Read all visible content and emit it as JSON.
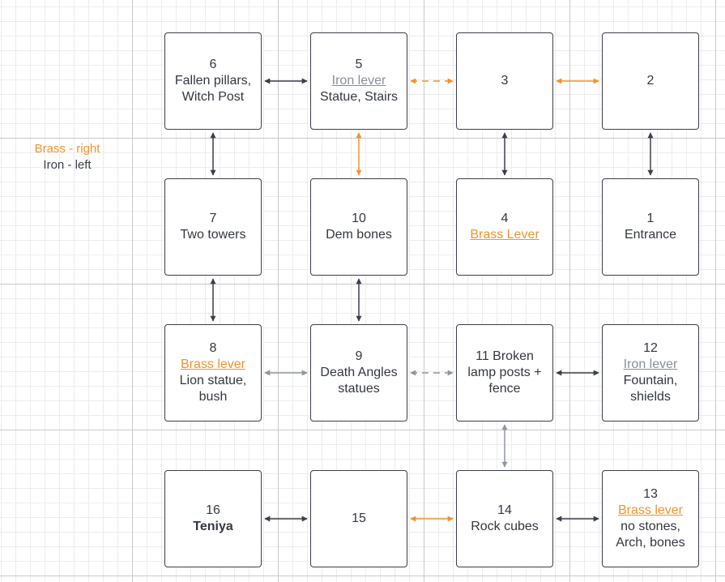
{
  "legend": {
    "brass": "Brass - right",
    "iron": "Iron - left"
  },
  "colors": {
    "dark": "#3a3f4b",
    "orange": "#f2932f",
    "gray": "#8f96a3",
    "text": "#333741"
  },
  "nodes": {
    "n6": {
      "lines": [
        "6",
        "Fallen pillars,",
        "Witch Post"
      ]
    },
    "n5": {
      "lines": [
        "5",
        "Statue, Stairs"
      ],
      "lever": "Iron lever",
      "lever_type": "iron"
    },
    "n3": {
      "lines": [
        "3"
      ]
    },
    "n2": {
      "lines": [
        "2"
      ]
    },
    "n7": {
      "lines": [
        "7",
        "Two towers"
      ]
    },
    "n10": {
      "lines": [
        "10",
        "Dem bones"
      ]
    },
    "n4": {
      "lines": [
        "4"
      ],
      "lever": "Brass Lever",
      "lever_type": "brass"
    },
    "n1": {
      "lines": [
        "1",
        "Entrance"
      ]
    },
    "n8": {
      "lines": [
        "8",
        "Lion statue,",
        "bush"
      ],
      "lever": "Brass lever",
      "lever_type": "brass"
    },
    "n9": {
      "lines": [
        "9",
        "Death Angles",
        "statues"
      ]
    },
    "n11": {
      "lines": [
        "11 Broken",
        "lamp posts +",
        "fence"
      ]
    },
    "n12": {
      "lines": [
        "12",
        "Fountain,",
        "shields"
      ],
      "lever": "Iron  lever",
      "lever_type": "iron"
    },
    "n16": {
      "lines": [
        "16",
        "Teniya"
      ]
    },
    "n15": {
      "lines": [
        "15"
      ]
    },
    "n14": {
      "lines": [
        "14",
        "Rock cubes"
      ]
    },
    "n13": {
      "lines": [
        "13",
        "no stones,",
        "Arch, bones"
      ],
      "lever": "Brass lever",
      "lever_type": "brass"
    }
  },
  "edges": [
    {
      "from": "n6",
      "to": "n5",
      "color": "dark",
      "style": "solid"
    },
    {
      "from": "n5",
      "to": "n3",
      "color": "orange",
      "style": "dashed"
    },
    {
      "from": "n3",
      "to": "n2",
      "color": "orange",
      "style": "solid"
    },
    {
      "from": "n6",
      "to": "n7",
      "color": "dark",
      "style": "solid"
    },
    {
      "from": "n5",
      "to": "n10",
      "color": "orange",
      "style": "solid"
    },
    {
      "from": "n3",
      "to": "n4",
      "color": "dark",
      "style": "solid"
    },
    {
      "from": "n2",
      "to": "n1",
      "color": "dark",
      "style": "solid"
    },
    {
      "from": "n7",
      "to": "n8",
      "color": "dark",
      "style": "solid"
    },
    {
      "from": "n10",
      "to": "n9",
      "color": "dark",
      "style": "solid"
    },
    {
      "from": "n8",
      "to": "n9",
      "color": "gray",
      "style": "solid"
    },
    {
      "from": "n9",
      "to": "n11",
      "color": "gray",
      "style": "dashed"
    },
    {
      "from": "n11",
      "to": "n12",
      "color": "dark",
      "style": "solid"
    },
    {
      "from": "n11",
      "to": "n14",
      "color": "gray",
      "style": "solid"
    },
    {
      "from": "n16",
      "to": "n15",
      "color": "dark",
      "style": "solid"
    },
    {
      "from": "n15",
      "to": "n14",
      "color": "orange",
      "style": "solid"
    },
    {
      "from": "n14",
      "to": "n13",
      "color": "dark",
      "style": "solid"
    }
  ]
}
